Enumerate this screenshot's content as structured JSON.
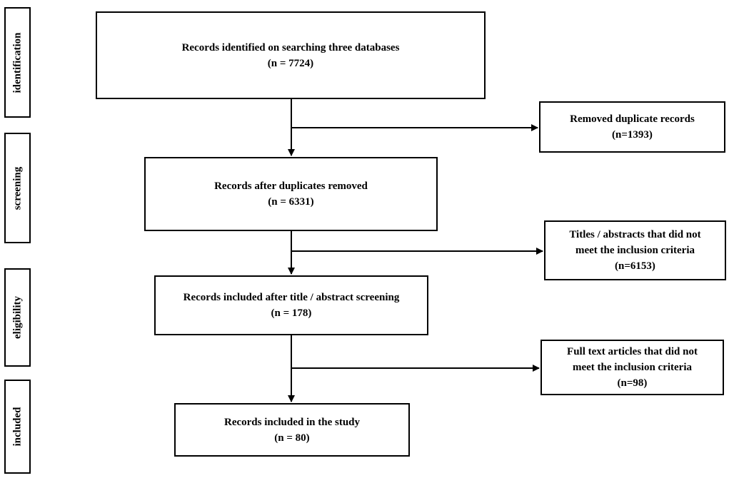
{
  "phases": [
    {
      "label": "identification"
    },
    {
      "label": "screening"
    },
    {
      "label": "eligibility"
    },
    {
      "label": "included"
    }
  ],
  "main_boxes": [
    {
      "title": "Records identified on searching three databases",
      "count": "(n = 7724)"
    },
    {
      "title": "Records after duplicates removed",
      "count": "(n = 6331)"
    },
    {
      "title": "Records included after title / abstract screening",
      "count": "(n = 178)"
    },
    {
      "title": "Records included in the study",
      "count": "(n = 80)"
    }
  ],
  "excluded_boxes": [
    {
      "line1": "Removed duplicate records",
      "line2": "(n=1393)"
    },
    {
      "line1": "Titles / abstracts that did not",
      "line2": "meet the inclusion criteria",
      "line3": "(n=6153)"
    },
    {
      "line1": "Full text articles that did not",
      "line2": "meet the inclusion criteria",
      "line3": "(n=98)"
    }
  ]
}
